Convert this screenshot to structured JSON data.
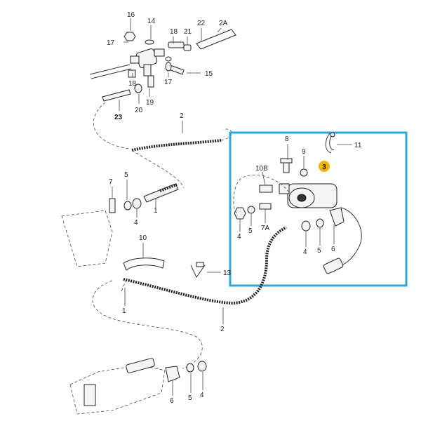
{
  "diagram": {
    "highlight_color": "#29a8e0",
    "badge_color": "#f0b400",
    "badge_label": "3",
    "labels": {
      "l16": "16",
      "l14": "14",
      "l17a": "17",
      "l18a": "18",
      "l21": "21",
      "l22": "22",
      "l2a": "2A",
      "l15": "15",
      "l17b": "17",
      "l18b": "18",
      "l19": "19",
      "l20": "20",
      "l23": "23",
      "l2top": "2",
      "l7": "7",
      "l5a": "5",
      "l4a": "4",
      "l1a": "1",
      "l8": "8",
      "l9": "9",
      "l11": "11",
      "l10b": "10B",
      "l4b": "4",
      "l5b": "5",
      "l7a": "7A",
      "l4c": "4",
      "l5c": "5",
      "l6": "6",
      "l10": "10",
      "l13": "13",
      "l1b": "1",
      "l2bot": "2",
      "l6b": "6",
      "l5d": "5",
      "l4d": "4"
    }
  }
}
